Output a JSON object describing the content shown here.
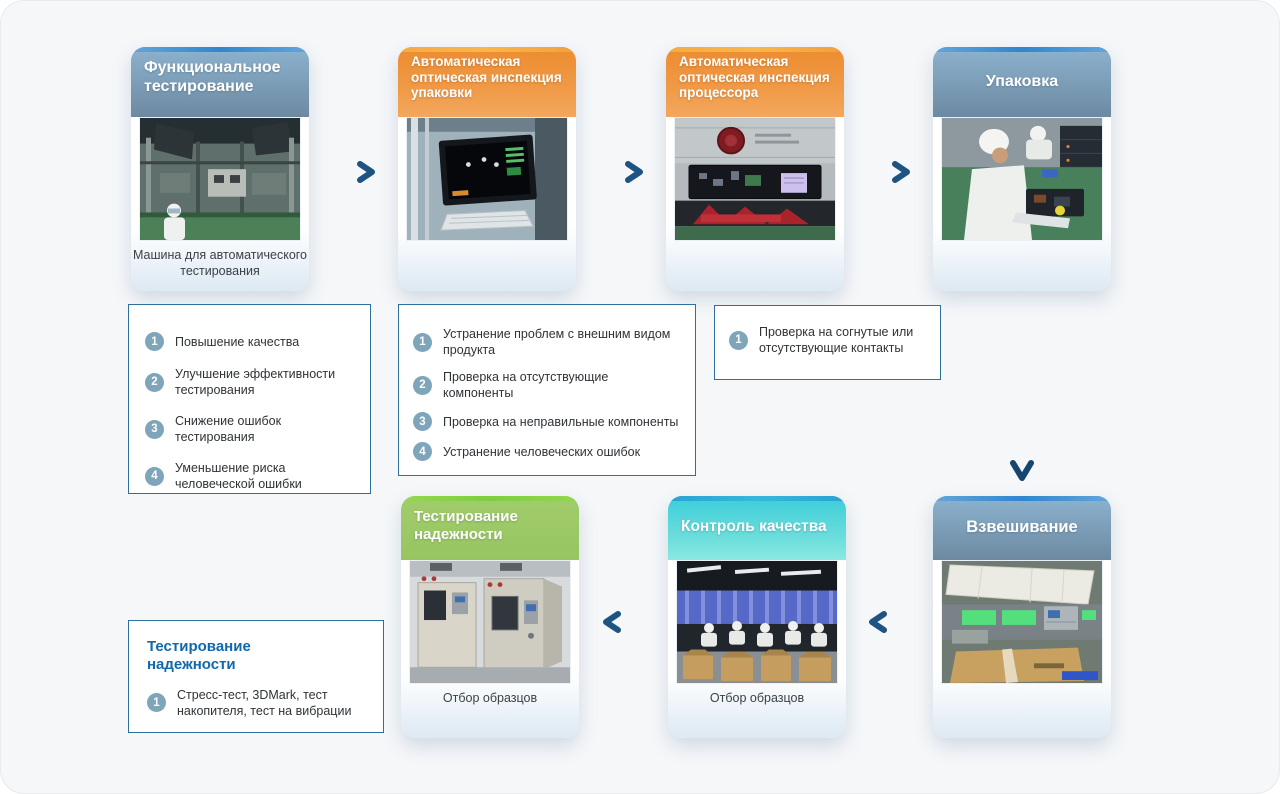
{
  "cards": {
    "functional": {
      "title": "Функциональное тестирование",
      "caption": "Машина для автоматического тестирования"
    },
    "aoi_packaging": {
      "title": "Автоматическая оптическая инспекция упаковки"
    },
    "aoi_processor": {
      "title": "Автоматическая оптическая инспекция процессора"
    },
    "packing": {
      "title": "Упаковка"
    },
    "reliability": {
      "title": "Тестирование надежности",
      "caption": "Отбор образцов"
    },
    "quality": {
      "title": "Контроль качества",
      "caption": "Отбор образцов"
    },
    "weighing": {
      "title": "Взвешивание"
    }
  },
  "notes": {
    "functional": {
      "items": [
        {
          "num": "1",
          "text": "Повышение качества"
        },
        {
          "num": "2",
          "text": "Улучшение эффективности тестирования"
        },
        {
          "num": "3",
          "text": "Снижение ошибок тестирования"
        },
        {
          "num": "4",
          "text": "Уменьшение риска человеческой ошибки"
        }
      ]
    },
    "aoi_packaging": {
      "items": [
        {
          "num": "1",
          "text": "Устранение проблем с внешним видом продукта"
        },
        {
          "num": "2",
          "text": "Проверка на отсутствующие компоненты"
        },
        {
          "num": "3",
          "text": "Проверка на неправильные компоненты"
        },
        {
          "num": "4",
          "text": "Устранение человеческих ошибок"
        }
      ]
    },
    "aoi_processor": {
      "items": [
        {
          "num": "1",
          "text": "Проверка на согнутые или отсутствующие контакты"
        }
      ]
    },
    "reliability": {
      "title": "Тестирование надежности",
      "items": [
        {
          "num": "1",
          "text": "Стресс-тест, 3DMark, тест накопителя, тест на вибрации"
        }
      ]
    }
  },
  "colors": {
    "background": "#f5f7f9",
    "header_blue": "#7b9cb6",
    "header_orange": "#ef9439",
    "header_green": "#9cc967",
    "header_cyan": "#4fd5da",
    "note_border": "#2e6f9e",
    "badge": "#7fa5ba",
    "note_title_blue": "#1068ad",
    "arrow_dark": "#1e5482",
    "arrow_light": "#a9c6da"
  }
}
